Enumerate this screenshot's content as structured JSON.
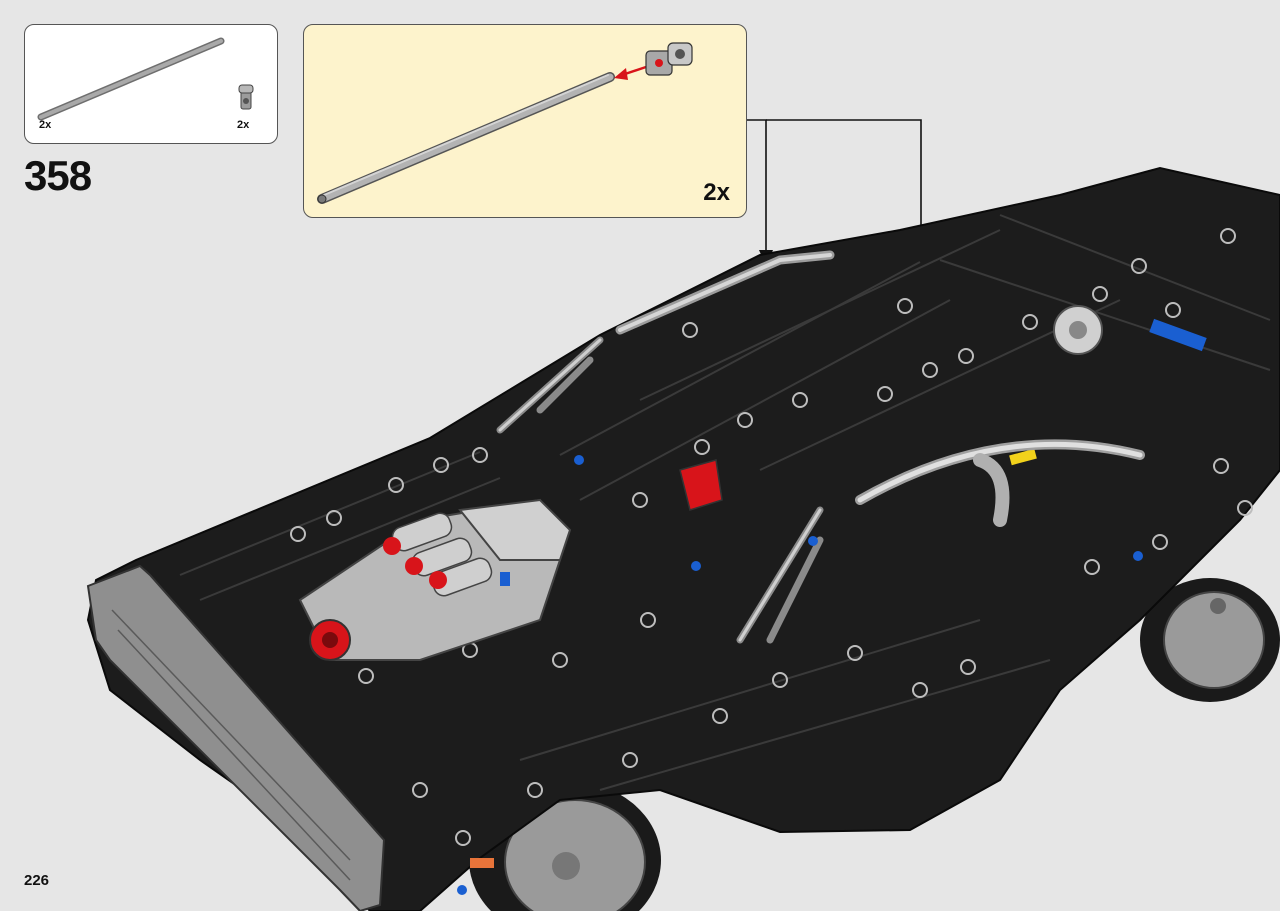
{
  "step": {
    "number": "358"
  },
  "parts_list": {
    "items": [
      {
        "part": "technic-axle-long",
        "quantity": "2x"
      },
      {
        "part": "technic-connector",
        "quantity": "2x"
      }
    ]
  },
  "sub_assembly": {
    "multiplier": "2x"
  },
  "page": {
    "number": "226"
  },
  "colors": {
    "background": "#e6e6e6",
    "sub_assembly_fill": "#fdf3cc",
    "model_body": "#1c1c1c",
    "accent_red": "#d8141a",
    "accent_blue": "#1a5fd1",
    "accent_yellow": "#f2d21b"
  }
}
